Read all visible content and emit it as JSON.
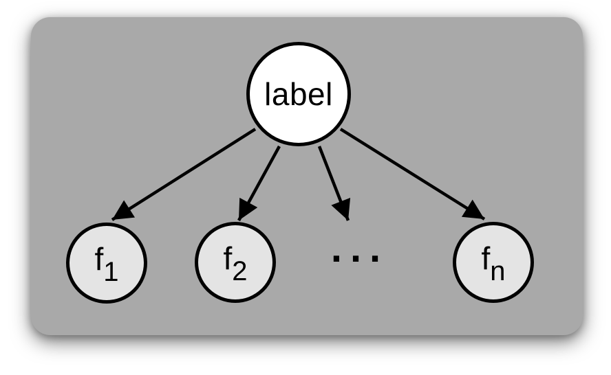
{
  "diagram": {
    "type": "graph",
    "description": "star graph: a root label node with directed edges to feature nodes f1, f2, ..., fn",
    "panel": {
      "background_color": "#a9a9a9",
      "node_border_color": "#000000"
    },
    "root_node": {
      "label": "label",
      "fill_color": "#ffffff"
    },
    "feature_nodes": [
      {
        "base": "f",
        "subscript": "1"
      },
      {
        "base": "f",
        "subscript": "2"
      },
      {
        "base": "f",
        "subscript": "n"
      }
    ],
    "ellipsis": "...",
    "feature_fill_color": "#e4e4e4",
    "edge_color": "#000000",
    "edges": [
      {
        "from": "label",
        "to": "f1"
      },
      {
        "from": "label",
        "to": "f2"
      },
      {
        "from": "label",
        "to": "..."
      },
      {
        "from": "label",
        "to": "fn"
      }
    ]
  }
}
